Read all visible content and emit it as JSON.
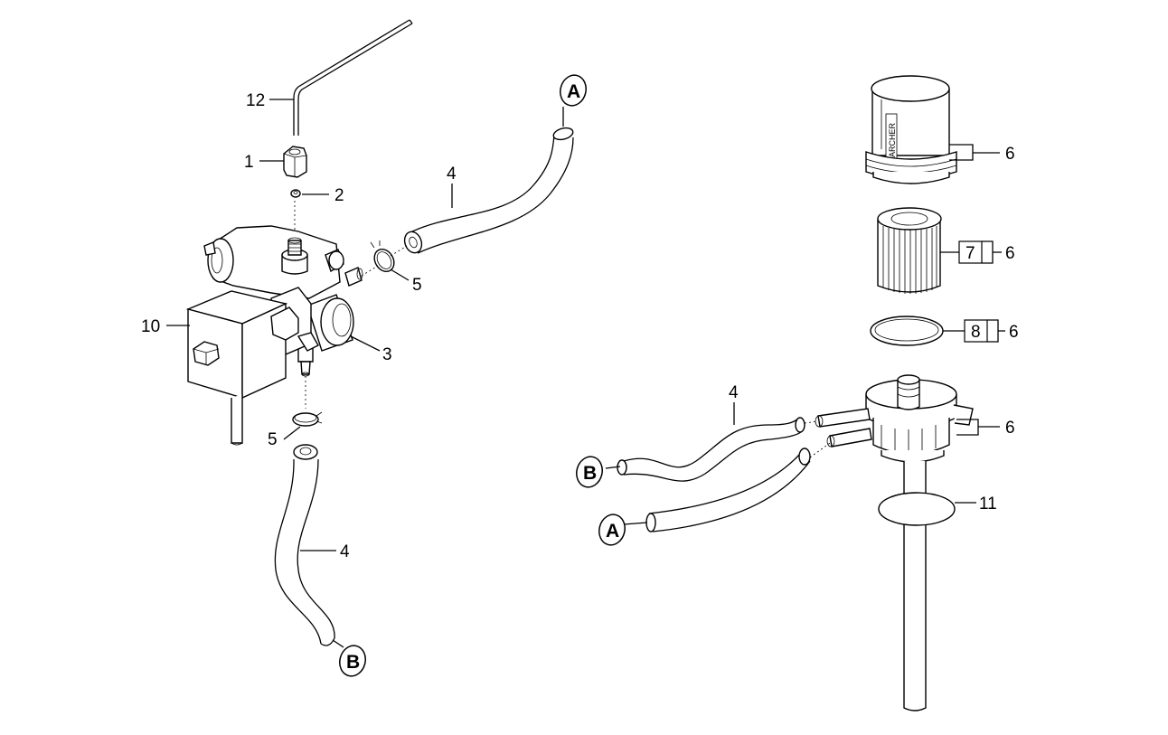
{
  "labels": {
    "l12": "12",
    "l1": "1",
    "l2": "2",
    "l4a": "4",
    "l5a": "5",
    "l10": "10",
    "l3": "3",
    "l5b": "5",
    "l4b": "4",
    "l6a": "6",
    "l7": "7",
    "l6b": "6",
    "l8": "8",
    "l6c": "6",
    "l4c": "4",
    "l6d": "6",
    "l11": "11"
  },
  "connectors": {
    "a1": "A",
    "b1": "B",
    "b2": "B",
    "a2": "A"
  },
  "filter_text": "KARCHER"
}
